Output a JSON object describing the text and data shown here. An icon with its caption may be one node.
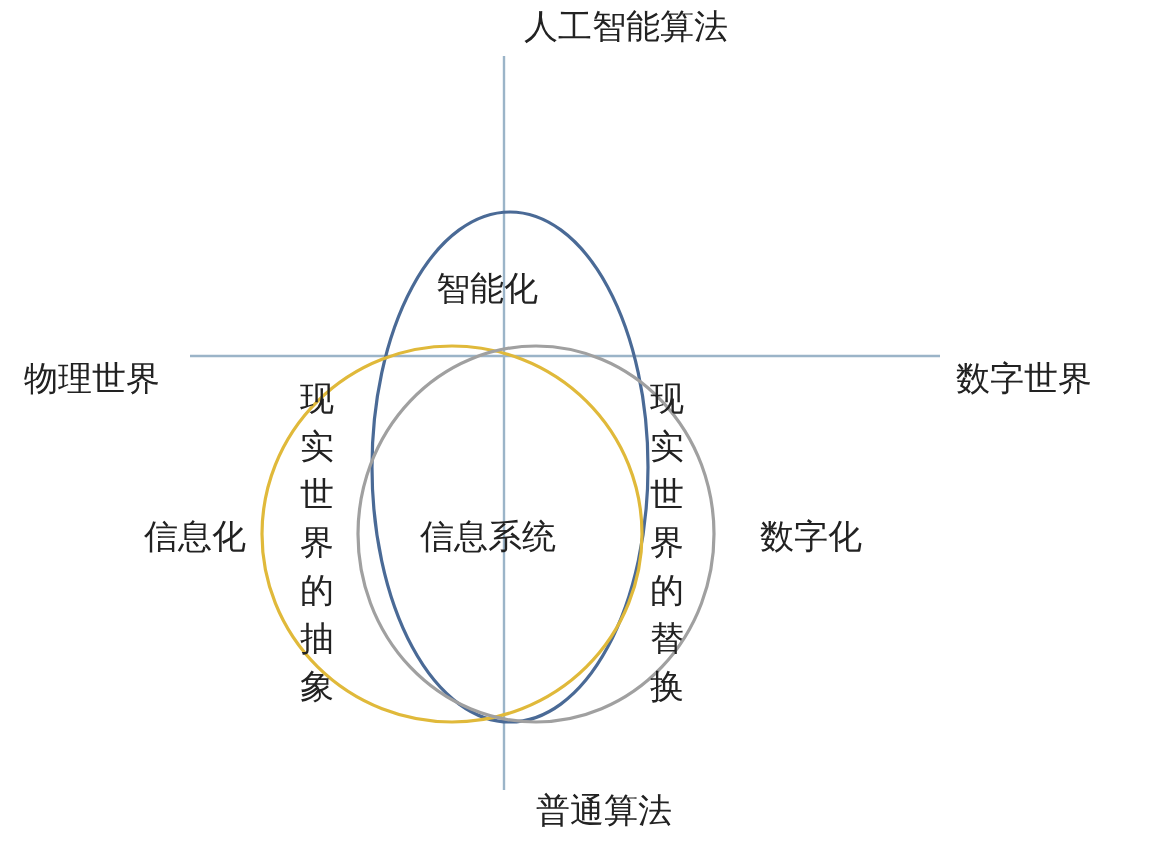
{
  "diagram": {
    "nodes": [
      {
        "text": [
          "智能化"
        ]
      },
      {
        "text": [
          "信息化"
        ]
      },
      {
        "text": [
          "数字化"
        ]
      }
    ],
    "labels": [
      "人工智能算法",
      "物理世界",
      "数字世界",
      "现实世界的抽象",
      "信息系统",
      "现实世界的替换",
      "普通算法"
    ]
  }
}
